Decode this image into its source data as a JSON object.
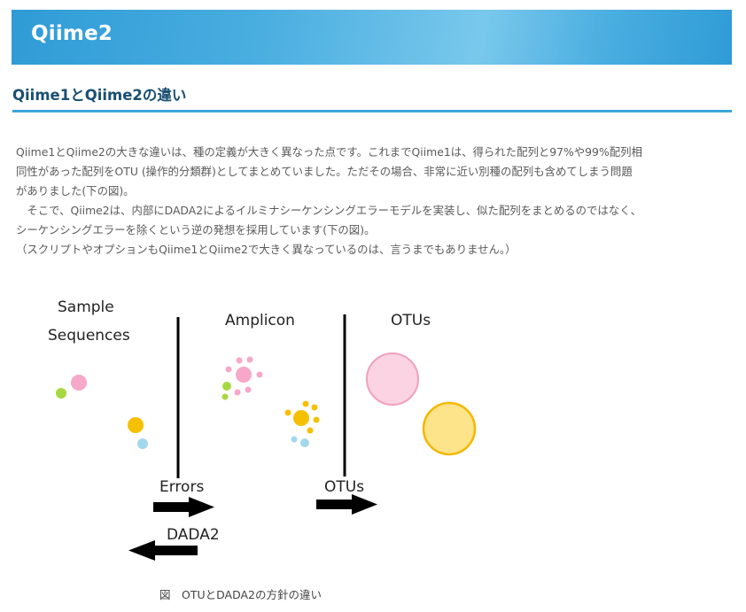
{
  "header": {
    "title": "Qiime2"
  },
  "section": {
    "heading": "Qiime1とQiime2の違い"
  },
  "body": {
    "lines": [
      "Qiime1とQiime2の大きな違いは、種の定義が大きく異なった点です。これまでQiime1は、得られた配列と97%や99%配列相",
      "同性があった配列をOTU (操作的分類群)としてまとめていました。ただその場合、非常に近い別種の配列も含めてしまう問題",
      "がありました(下の図)。",
      "　そこで、Qiime2は、内部にDADA2によるイルミナシーケンシングエラーモデルを実装し、似た配列をまとめるのではなく、",
      "シーケンシングエラーを除くという逆の発想を採用しています(下の図)。",
      "（スクリプトやオプションもQiime1とQiime2で大きく異なっているのは、言うまでもありません。）"
    ]
  },
  "figure": {
    "label_sample_line1": "Sample",
    "label_sample_line2": "Sequences",
    "label_amplicon": "Amplicon",
    "label_otus_top": "OTUs",
    "label_errors": "Errors",
    "label_otus_bottom": "OTUs",
    "label_dada2": "DADA2",
    "caption": "図　OTUとDADA2の方針の違い",
    "colors": {
      "pink": "#f7a8c8",
      "pink_light": "#fbd3e2",
      "pink_edge": "#f0a0bf",
      "green": "#a8d840",
      "yellow": "#f5c000",
      "yellow_light": "#fde38a",
      "yellow_edge": "#f2b800",
      "blue": "#a3d8ec",
      "line": "#000000"
    }
  }
}
